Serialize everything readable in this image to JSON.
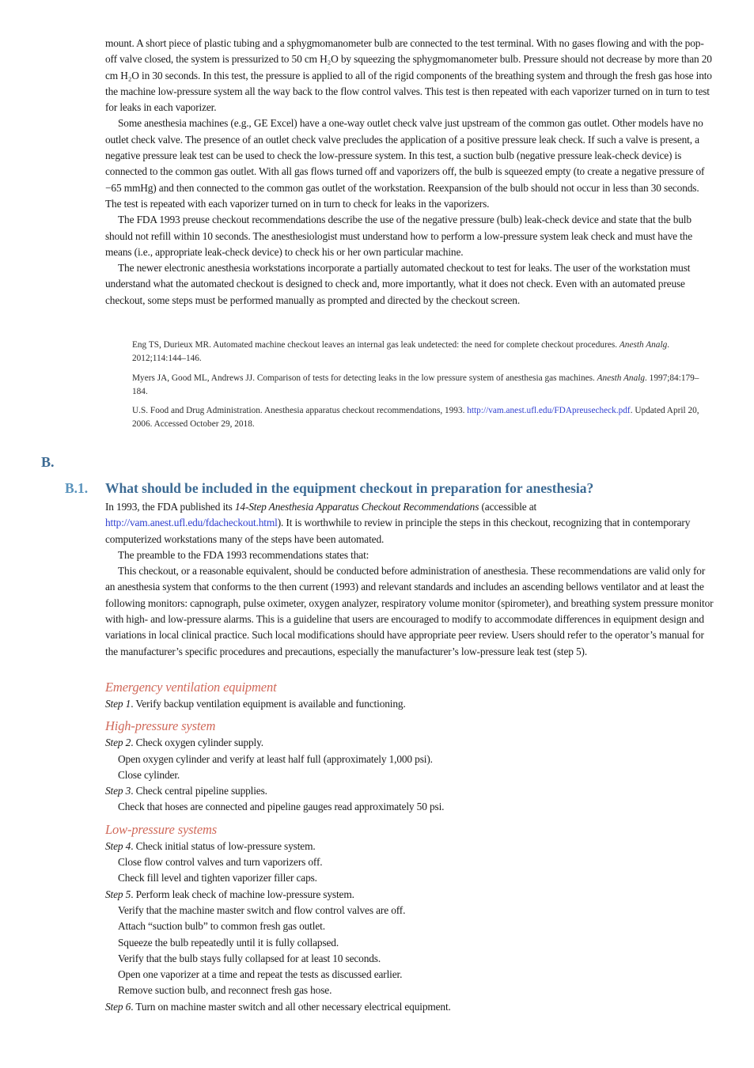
{
  "intro": {
    "paragraphs": [
      {
        "indent": false,
        "text": "mount. A short piece of plastic tubing and a sphygmomanometer bulb are connected to the test terminal. With no gases flowing and with the pop-off valve closed, the system is pressurized to 50 cm H₂O by squeezing the sphygmomanometer bulb. Pressure should not decrease by more than 20 cm H₂O in 30 seconds. In this test, the pressure is applied to all of the rigid components of the breathing system and through the fresh gas hose into the machine low-pressure system all the way back to the flow control valves. This test is then repeated with each vaporizer turned on in turn to test for leaks in each vaporizer."
      },
      {
        "indent": true,
        "text": "Some anesthesia machines (e.g., GE Excel) have a one-way outlet check valve just upstream of the common gas outlet. Other models have no outlet check valve. The presence of an outlet check valve precludes the application of a positive pressure leak check. If such a valve is present, a negative pressure leak test can be used to check the low-pressure system. In this test, a suction bulb (negative pressure leak-check device) is connected to the common gas outlet. With all gas flows turned off and vaporizers off, the bulb is squeezed empty (to create a negative pressure of −65 mmHg) and then connected to the common gas outlet of the workstation. Reexpansion of the bulb should not occur in less than 30 seconds. The test is repeated with each vaporizer turned on in turn to check for leaks in the vaporizers."
      },
      {
        "indent": true,
        "text": "The FDA 1993 preuse checkout recommendations describe the use of the negative pressure (bulb) leak-check device and state that the bulb should not refill within 10 seconds. The anesthesiologist must understand how to perform a low-pressure system leak check and must have the means (i.e., appropriate leak-check device) to check his or her own particular machine."
      },
      {
        "indent": true,
        "text": "The newer electronic anesthesia workstations incorporate a partially automated checkout to test for leaks. The user of the workstation must understand what the automated checkout is designed to check and, more importantly, what it does not check. Even with an automated preuse checkout, some steps must be performed manually as prompted and directed by the checkout screen."
      }
    ]
  },
  "references": [
    {
      "before": "Eng TS, Durieux MR. Automated machine checkout leaves an internal gas leak undetected: the need for complete checkout procedures. ",
      "journal": "Anesth Analg",
      "after": ". 2012;114:144–146.",
      "link": "",
      "tail": ""
    },
    {
      "before": "Myers JA, Good ML, Andrews JJ. Comparison of tests for detecting leaks in the low pressure system of anesthesia gas machines. ",
      "journal": "Anesth Analg",
      "after": ". 1997;84:179–184.",
      "link": "",
      "tail": ""
    },
    {
      "before": "U.S. Food and Drug Administration. Anesthesia apparatus checkout recommendations, 1993. ",
      "journal": "",
      "after": "",
      "link": "http://vam.anest.ufl.edu/FDApreusecheck.pdf",
      "tail": ". Updated April 20, 2006. Accessed October 29, 2018."
    }
  ],
  "section": {
    "letter": "B.",
    "question_number": "B.1.",
    "question_title": "What should be included in the equipment checkout in preparation for anesthesia?"
  },
  "b1": {
    "p1_before": "In 1993, the FDA published its ",
    "p1_italic": "14-Step Anesthesia Apparatus Checkout Recommendations",
    "p1_mid": " (accessible at ",
    "p1_link": "http://vam.anest.ufl.edu/fdacheckout.html",
    "p1_after": "). It is worthwhile to review in principle the steps in this checkout, recognizing that in contemporary computerized workstations many of the steps have been automated.",
    "p2": "The preamble to the FDA 1993 recommendations states that:",
    "p3": "This checkout, or a reasonable equivalent, should be conducted before administration of anesthesia. These recommendations are valid only for an anesthesia system that conforms to the then current (1993) and relevant standards and includes an ascending bellows ventilator and at least the following monitors: capnograph, pulse oximeter, oxygen analyzer, respiratory volume monitor (spirometer), and breathing system pressure monitor with high- and low-pressure alarms. This is a guideline that users are encouraged to modify to accommodate differences in equipment design and variations in local clinical practice. Such local modifications should have appropriate peer review. Users should refer to the operator’s manual for the manufacturer’s specific procedures and precautions, especially the manufacturer’s low-pressure leak test (step 5)."
  },
  "checkout_groups": [
    {
      "title": "Emergency ventilation equipment",
      "steps": [
        {
          "label": "Step 1",
          "text": ". Verify backup ventilation equipment is available and functioning.",
          "subs": []
        }
      ]
    },
    {
      "title": "High-pressure system",
      "steps": [
        {
          "label": "Step 2",
          "text": ". Check oxygen cylinder supply.",
          "subs": [
            "Open oxygen cylinder and verify at least half full (approximately 1,000 psi).",
            "Close cylinder."
          ]
        },
        {
          "label": "Step 3",
          "text": ". Check central pipeline supplies.",
          "subs": [
            "Check that hoses are connected and pipeline gauges read approximately 50 psi."
          ]
        }
      ]
    },
    {
      "title": "Low-pressure systems",
      "steps": [
        {
          "label": "Step 4",
          "text": ". Check initial status of low-pressure system.",
          "subs": [
            "Close flow control valves and turn vaporizers off.",
            "Check fill level and tighten vaporizer filler caps."
          ]
        },
        {
          "label": "Step 5",
          "text": ". Perform leak check of machine low-pressure system.",
          "subs": [
            "Verify that the machine master switch and flow control valves are off.",
            "Attach “suction bulb” to common fresh gas outlet.",
            "Squeeze the bulb repeatedly until it is fully collapsed.",
            "Verify that the bulb stays fully collapsed for at least 10 seconds.",
            "Open one vaporizer at a time and repeat the tests as discussed earlier.",
            "Remove suction bulb, and reconnect fresh gas hose."
          ]
        },
        {
          "label": "Step 6",
          "text": ". Turn on machine master switch and all other necessary electrical equipment.",
          "subs": []
        }
      ]
    }
  ]
}
